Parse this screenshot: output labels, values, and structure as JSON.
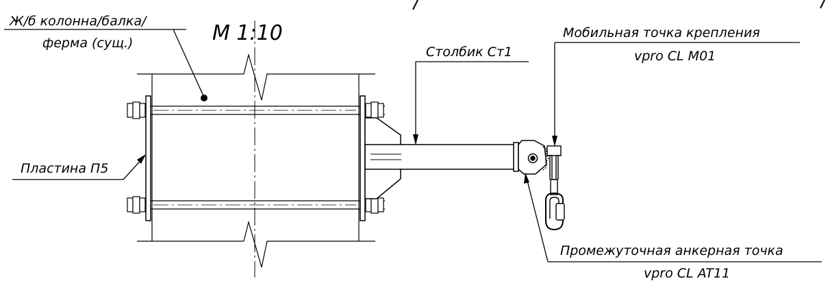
{
  "scale": "М 1:10",
  "labels": {
    "column_line1": "Ж/б колонна/балка/",
    "column_line2": "ферма (сущ.)",
    "post": "Столбик Ст1",
    "mobile_line1": "Мобильная точка крепления",
    "mobile_line2": "vpro CL M01",
    "plate": "Пластина П5",
    "intermediate_line1": "Промежуточная анкерная точка",
    "intermediate_line2": "vpro CL AT11"
  }
}
